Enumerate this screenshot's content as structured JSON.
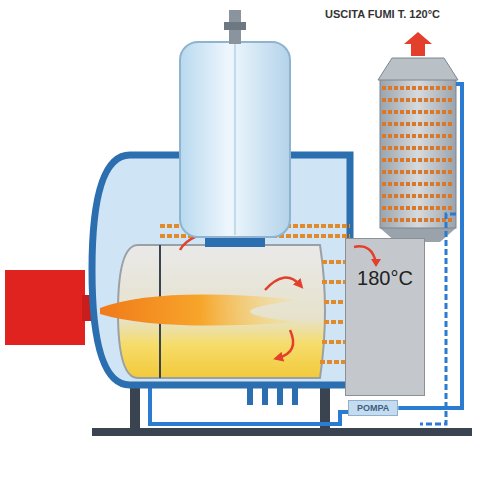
{
  "diagram": {
    "nodes": [
      {
        "text": [
          "USCITA FUMI T. 120°C"
        ]
      },
      {
        "text": [
          "180°C"
        ]
      },
      {
        "text": [
          "POMPA"
        ]
      }
    ],
    "edges": [
      {
        "from": 2,
        "to": 0,
        "arrow": "none"
      }
    ]
  }
}
